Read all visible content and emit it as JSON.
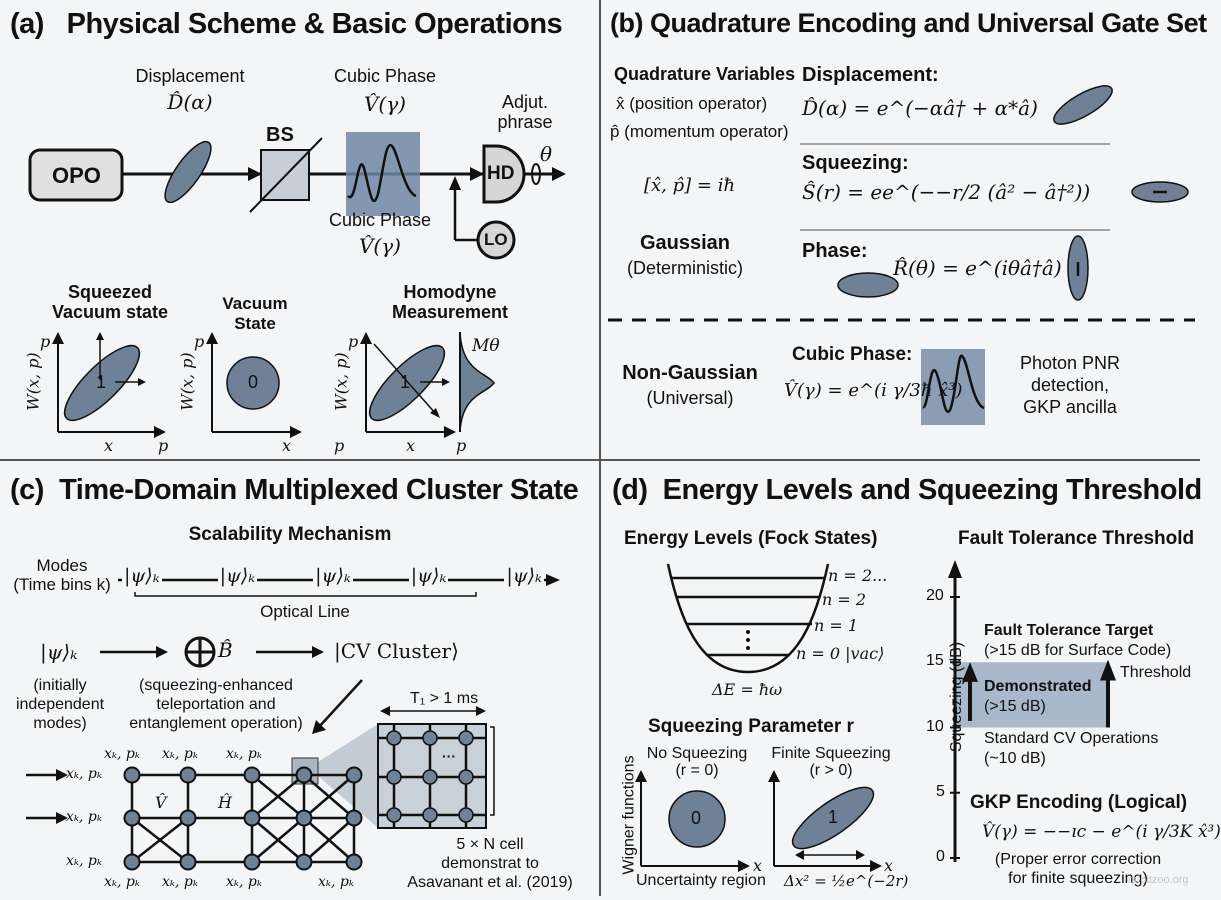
{
  "panels": {
    "a": {
      "label": "(a)",
      "title": "Physical Scheme & Basic Operations",
      "opo": "OPO",
      "displacement_label": "Displacement",
      "displacement_op": "D̂(α)",
      "bs": "BS",
      "cubic_top_label": "Cubic Phase",
      "cubic_top_op": "V̂(γ)",
      "cubic_bottom_label": "Cubic Phase",
      "cubic_bottom_op": "V̂(γ)",
      "adjust_label_1": "Adjut.",
      "adjust_label_2": "phrase",
      "hd": "HD",
      "theta": "θ",
      "lo": "LO",
      "states": [
        {
          "title_1": "Squeezed",
          "title_2": "Vacuum state",
          "ylabel": "W(x, p)",
          "yaxis": "p",
          "xaxis": "x",
          "xaxis2": "p",
          "marker": "1"
        },
        {
          "title_1": "Vacuum State",
          "title_2": "",
          "ylabel": "W(x, p)",
          "yaxis": "p",
          "xaxis": "x",
          "xaxis2": "p",
          "marker": "0"
        },
        {
          "title_1": "Homodyne",
          "title_2": "Measurement",
          "ylabel": "W(x, p)",
          "yaxis": "p",
          "xaxis": "x",
          "xaxis2": "p",
          "marker": "1",
          "dist": "Mθ"
        }
      ]
    },
    "b": {
      "label": "(b)",
      "title": "Quadrature Encoding and Universal Gate Set",
      "quad_title": "Quadrature Variables",
      "quad_x": "x̂ (position operator)",
      "quad_p": "p̂ (momentum operator)",
      "commutator": "[x̂, p̂] = iħ",
      "gaussian": "Gaussian",
      "gaussian_sub": "(Deterministic)",
      "gates": [
        {
          "name": "Displacement:",
          "formula": "D̂(α) = e^(−αâ† + α*â)"
        },
        {
          "name": "Squeezing:",
          "formula": "Ŝ(r) = ee^(−−r/2 (â² − â†²))"
        },
        {
          "name": "Phase:",
          "formula": "R̂(θ) = e^(iθâ†â)"
        }
      ],
      "nongaussian": "Non-Gaussian",
      "nongaussian_sub": "(Universal)",
      "cubic_title": "Cubic Phase:",
      "cubic_formula": "V̂(γ) = e^(i γ/3ħ x̂³)",
      "pnr_1": "Photon PNR",
      "pnr_2": "detection,",
      "pnr_3": "GKP ancilla"
    },
    "c": {
      "label": "(c)",
      "title": "Time-Domain Multiplexed Cluster State",
      "subtitle": "Scalability Mechanism",
      "modes_1": "Modes",
      "modes_2": "(Time bins k)",
      "mode_ket": "|ψ⟩ₖ",
      "mode_count": 5,
      "optical_line": "Optical Line",
      "input_ket": "|ψ⟩ₖ",
      "input_desc": [
        "(initially",
        "independent",
        "modes)"
      ],
      "op": "⊕ B̂",
      "op_desc": [
        "(squeezing-enhanced",
        "teleportation and",
        "entanglement operation)"
      ],
      "output": "|CV Cluster⟩",
      "node_label": "xₖ, pₖ",
      "v_hat": "V̂",
      "h_hat": "Ĥ",
      "t1": "T₁ > 1 ms",
      "ellipsis": "···",
      "cell_1": "5 × N cell",
      "cell_2": "demonstrat to",
      "cell_3": "Asavanant et al. (2019)"
    },
    "d": {
      "label": "(d)",
      "title": "Energy Levels and Squeezing Threshold",
      "energy_title": "Energy Levels (Fock States)",
      "levels": [
        "n = 2...",
        "n = 2",
        "n = 1",
        "n = 0  |vac⟩"
      ],
      "delta_e": "ΔE = ħω",
      "sq_title": "Squeezing Parameter r",
      "no_sq_1": "No Squeezing",
      "no_sq_2": "(r = 0)",
      "fin_sq_1": "Finite Squeezing",
      "fin_sq_2": "(r > 0)",
      "wigner_label": "Wigner functions",
      "x_axis": "x",
      "marker0": "0",
      "marker1": "1",
      "uncertainty": "Uncertainty region",
      "dx_formula": "Δx² = ½e^(−2r)",
      "ft_title": "Fault Tolerance Threshold",
      "ft_target": "Fault Tolerance Target",
      "ft_target_sub": "(>15 dB for Surface Code)",
      "threshold": "Threshold",
      "demonstrated": "Demonstrated",
      "demonstrated_sub": "(>15 dB)",
      "standard": "Standard CV Operations",
      "standard_sub": "(~10 dB)",
      "gkp": "GKP Encoding (Logical)",
      "gkp_formula": "V̂(γ) = −−ıc − e^(i γ/3K x̂³)",
      "gkp_note_1": "(Proper error correction",
      "gkp_note_2": "for finite squeezing)"
    }
  },
  "chart_data": {
    "type": "bar",
    "title": "Fault Tolerance Threshold",
    "ylabel": "Squeezing (dB)",
    "xlabel": "",
    "ylim": [
      0,
      21
    ],
    "yticks": [
      0,
      5,
      10,
      15,
      20
    ],
    "bands": [
      {
        "name": "Demonstrated",
        "from": 10,
        "to": 15
      }
    ],
    "annotations": [
      {
        "text": "Fault Tolerance Target (>15 dB for Surface Code)",
        "y": 17
      },
      {
        "text": "Threshold",
        "y": 14
      },
      {
        "text": "Standard CV Operations (~10 dB)",
        "y": 8.5
      },
      {
        "text": "GKP Encoding (Logical)",
        "y": 3.5
      }
    ]
  },
  "watermark": "qubitzoo.org"
}
